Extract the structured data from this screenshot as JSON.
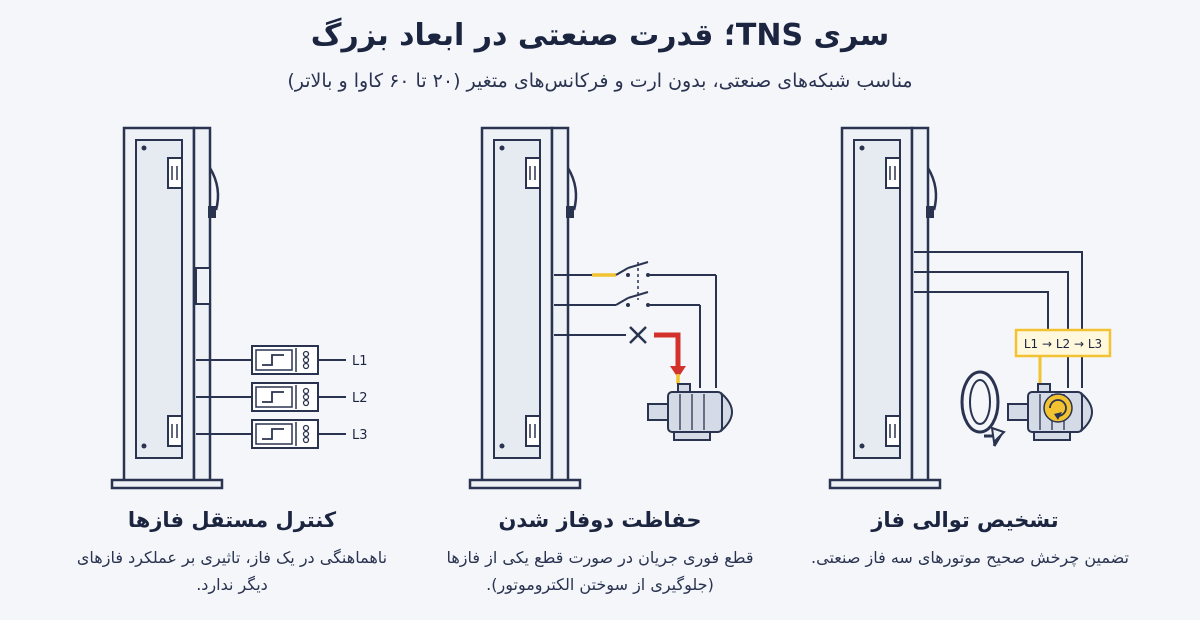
{
  "header": {
    "title": "سری TNS؛ قدرت صنعتی در ابعاد بزرگ",
    "subtitle": "مناسب شبکه‌های صنعتی، بدون ارت و فرکانس‌های متغیر (۲۰ تا ۶۰ کاوا و بالاتر)"
  },
  "panels": [
    {
      "title": "کنترل مستقل فازها",
      "description": "ناهماهنگی در یک فاز، تاثیری بر عملکرد فازهای دیگر ندارد.",
      "phase_labels": [
        "L1",
        "L2",
        "L3"
      ]
    },
    {
      "title": "حفاظت دوفاز شدن",
      "description": "قطع فوری جریان در صورت قطع یکی از فازها (جلوگیری از سوختن الکتروموتور)."
    },
    {
      "title": "تشخیص توالی فاز",
      "description": "تضمین چرخش صحیح موتورهای سه فاز صنعتی.",
      "sequence_label": "L1 → L2 → L3"
    }
  ],
  "colors": {
    "line": "#2a3350",
    "cabinet_fill": "#e6eaf1",
    "highlight_yellow": "#f2c230",
    "alert_red": "#d3322c",
    "motor_fill": "#d4dbe6"
  }
}
